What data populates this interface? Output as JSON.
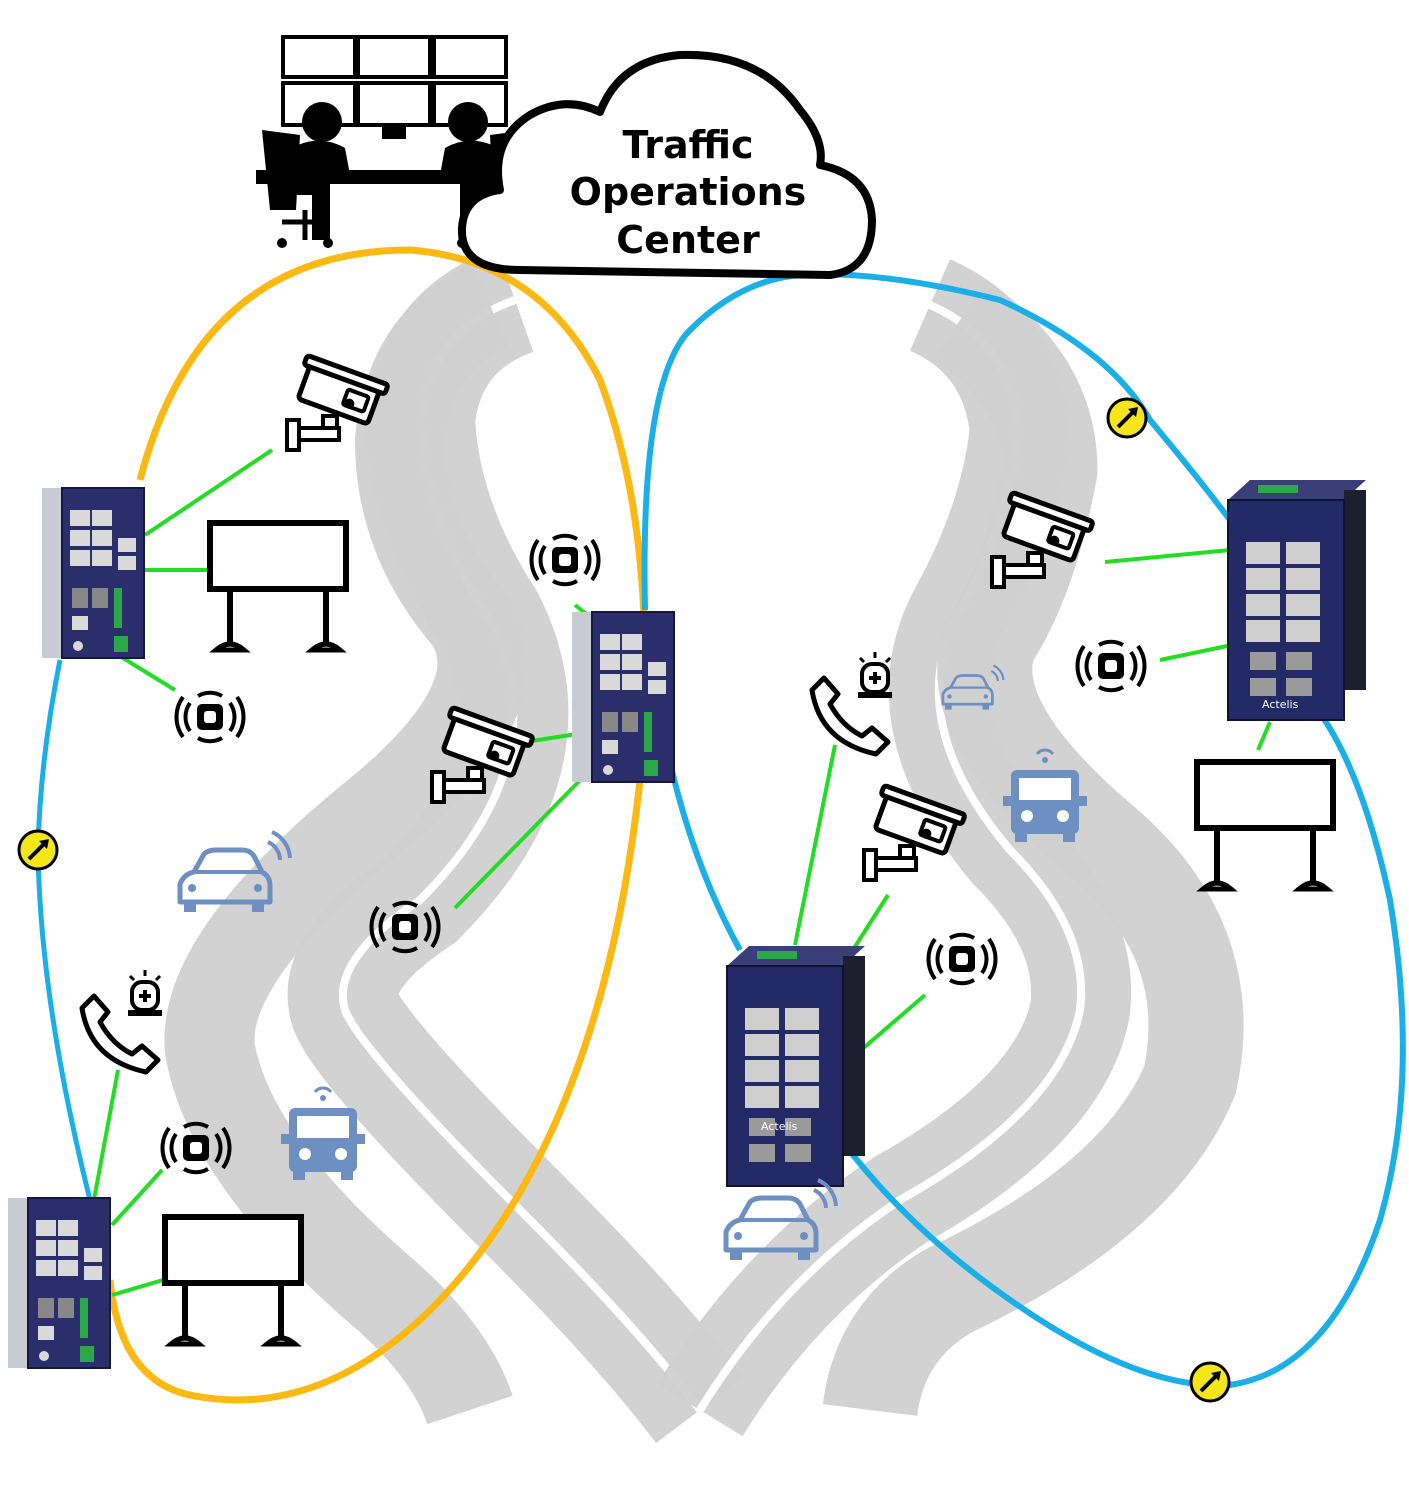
{
  "cloud": {
    "line1": "Traffic",
    "line2": "Operations",
    "line3": "Center"
  },
  "switches": {
    "brand": "Actelis"
  },
  "colors": {
    "ring_left": "#FDB913",
    "ring_right": "#1AAFE6",
    "edge_link": "#22DD22",
    "road": "#D0D0D0",
    "vehicle": "#6E8FC2",
    "meter": "#F5E61A",
    "switch_body": "#2A2F6B"
  },
  "icons": [
    "operators-icon",
    "cloud-icon",
    "camera-icon",
    "sign-icon",
    "sensor-icon",
    "phone-icon",
    "siren-icon",
    "car-icon",
    "truck-icon",
    "meter-icon",
    "switch-icon"
  ]
}
